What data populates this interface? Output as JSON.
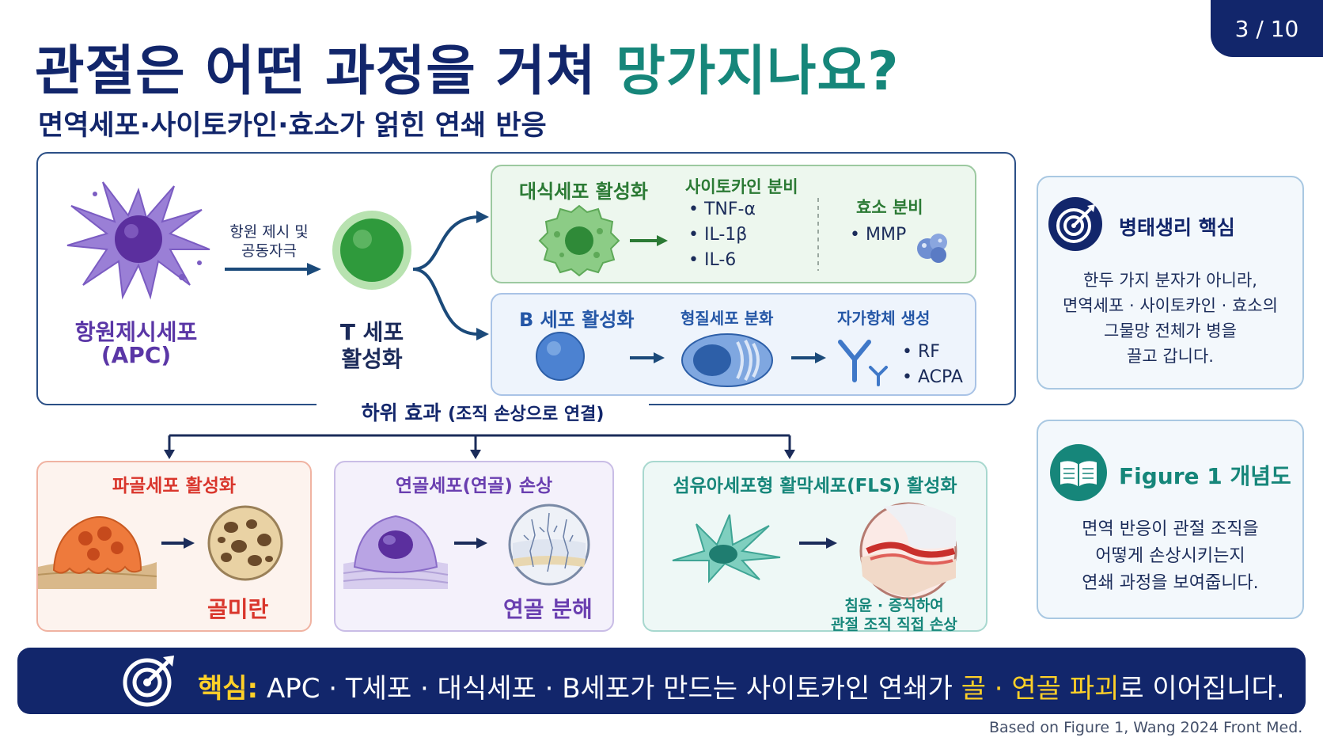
{
  "page_number": "3 / 10",
  "title": {
    "part1": "관절은 어떤 과정을 거쳐 ",
    "part2": "망가지나요?"
  },
  "subtitle": "면역세포·사이토카인·효소가 얽힌 연쇄 반응",
  "immune": {
    "apc_label_1": "항원제시세포",
    "apc_label_2": "(APC)",
    "arrow_label_1": "항원 제시 및",
    "arrow_label_2": "공동자극",
    "tcell_label_1": "T 세포",
    "tcell_label_2": "활성화",
    "macrophage": {
      "title": "대식세포 활성화",
      "cytokine_title": "사이토카인 분비",
      "cytokines": [
        "TNF-α",
        "IL-1β",
        "IL-6"
      ],
      "enzyme_title": "효소 분비",
      "enzymes": [
        "MMP"
      ]
    },
    "bcell": {
      "title": "B 세포 활성화",
      "plasma_title": "형질세포 분화",
      "autoantibody_title": "자가항체 생성",
      "autoantibodies": [
        "RF",
        "ACPA"
      ]
    }
  },
  "downstream": {
    "label_main": "하위 효과 ",
    "label_sub": "(조직 손상으로 연결)",
    "osteoclast": {
      "title": "파골세포 활성화",
      "result": "골미란"
    },
    "chondrocyte": {
      "title": "연골세포(연골) 손상",
      "result": "연골 분해"
    },
    "fls": {
      "title": "섬유아세포형 활막세포(FLS) 활성화",
      "result_1": "침윤 · 증식하여",
      "result_2": "관절 조직 직접 손상"
    }
  },
  "side": {
    "core": {
      "icon": "target-icon",
      "title": "병태생리 핵심",
      "lines": [
        "한두 가지 분자가 아니라,",
        "면역세포 · 사이토카인 · 효소의",
        "그물망 전체가 병을",
        "끌고 갑니다."
      ]
    },
    "figure": {
      "icon": "book-icon",
      "title": "Figure 1 개념도",
      "lines": [
        "면역 반응이 관절 조직을",
        "어떻게 손상시키는지",
        "연쇄 과정을 보여줍니다."
      ]
    }
  },
  "bottom": {
    "key": "핵심:",
    "text1": " APC · T세포 · 대식세포 · B세포가 만드는 사이토카인 연쇄가 ",
    "highlight": "골 · 연골 파괴",
    "text2": "로 이어집니다."
  },
  "footnote": "Based on Figure 1, Wang 2024 Front Med.",
  "colors": {
    "navy": "#12266b",
    "teal": "#16867a",
    "green": "#2b7a34",
    "blue": "#2456a6",
    "red": "#d9362c",
    "purple": "#6a3fb0",
    "yellow": "#ffd028"
  }
}
